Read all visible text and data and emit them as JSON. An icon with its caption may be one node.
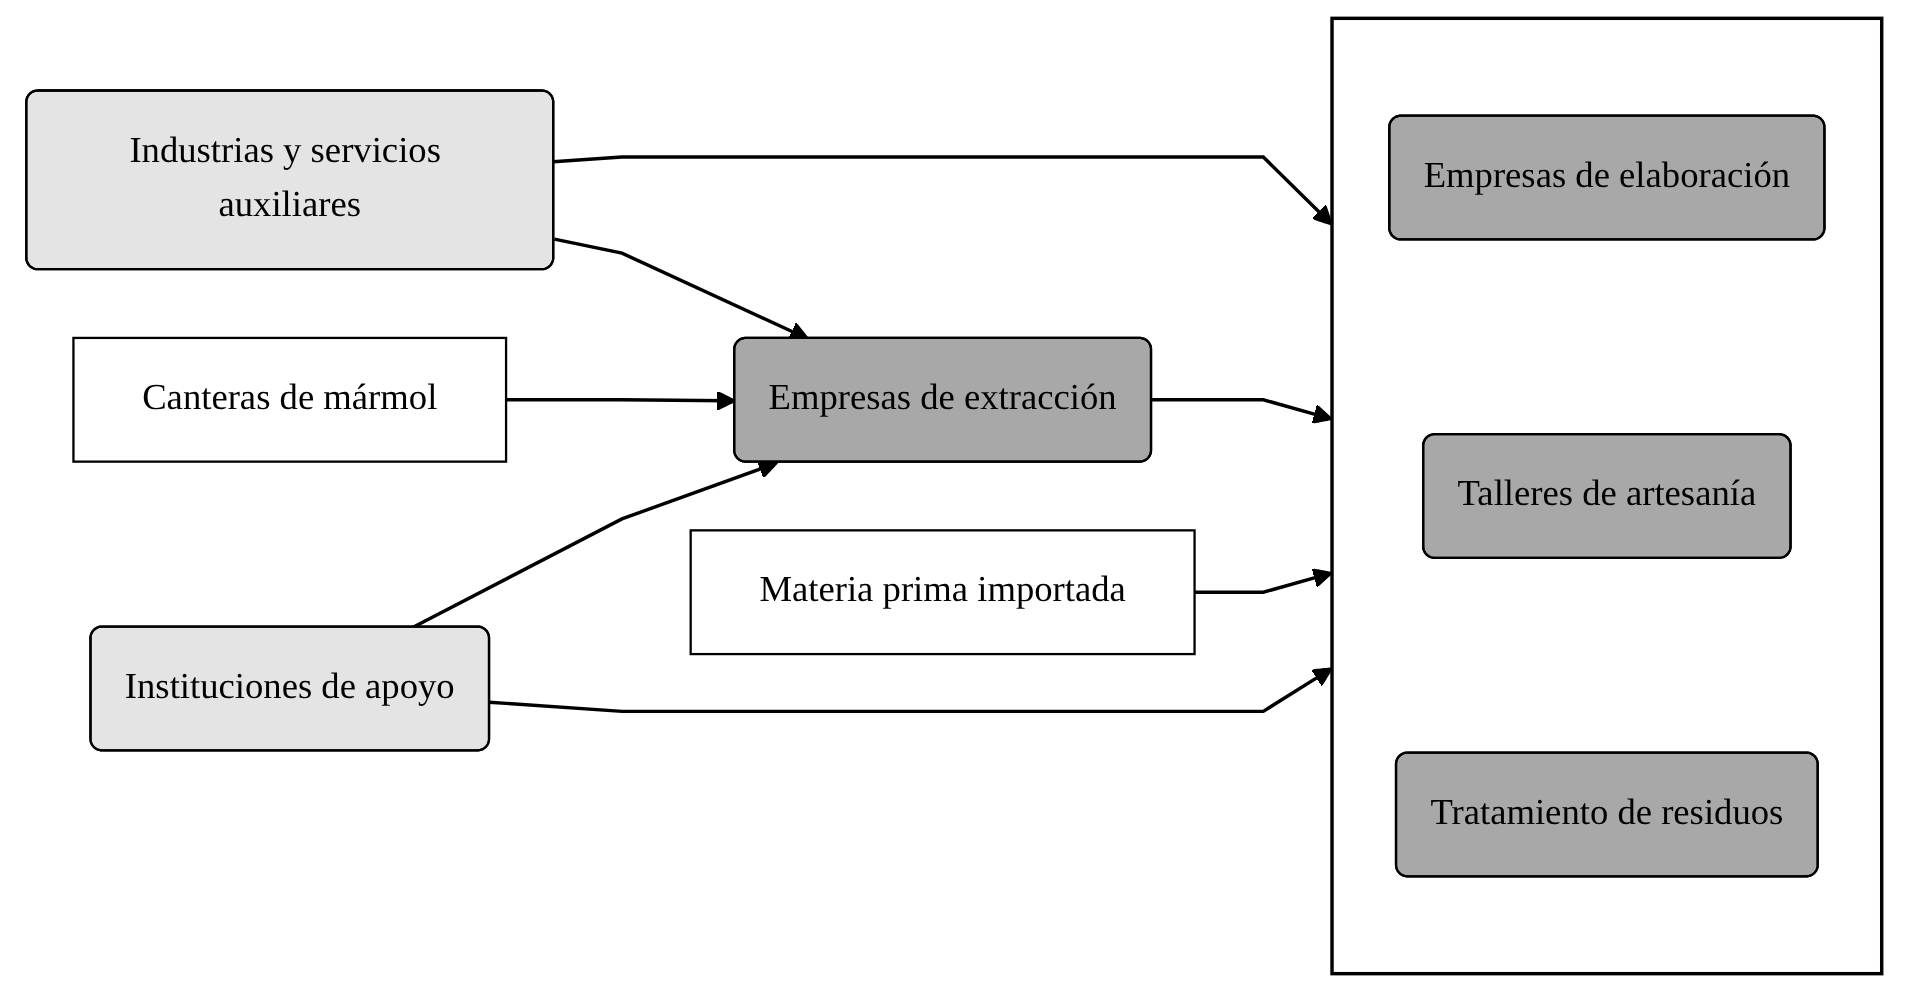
{
  "diagram": {
    "nodes": [
      {
        "text": [
          "Industrias y servicios auxiliares"
        ]
      },
      {
        "text": [
          "Canteras de mármol"
        ]
      },
      {
        "text": [
          "Empresas de extracción"
        ]
      },
      {
        "text": [],
        "shape": "box"
      },
      {
        "text": [
          "Empresas de elaboración"
        ],
        "in": 3
      },
      {
        "text": [
          "Talleres de artesanía"
        ],
        "in": 3
      },
      {
        "text": [
          "Tratamiento de residuos"
        ],
        "in": 3
      },
      {
        "text": [
          "Materia prima importada"
        ]
      },
      {
        "text": [
          "Instituciones de apoyo"
        ]
      }
    ],
    "edges": [
      {
        "from": 0,
        "to": 2,
        "arrow": "to"
      },
      {
        "from": 0,
        "to": 3,
        "arrow": "to"
      },
      {
        "from": 1,
        "to": 2,
        "arrow": "to"
      },
      {
        "from": 2,
        "to": 3,
        "arrow": "to"
      },
      {
        "from": 7,
        "to": 3,
        "arrow": "to"
      },
      {
        "from": 8,
        "to": 2,
        "arrow": "to"
      },
      {
        "from": 8,
        "to": 3,
        "arrow": "to"
      }
    ]
  }
}
